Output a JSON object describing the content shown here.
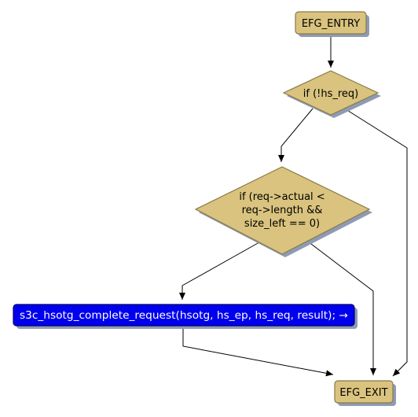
{
  "diagram": {
    "colors": {
      "node_fill": "#d9c37e",
      "node_stroke": "#8a7a48",
      "shadow": "#8e9bb5",
      "call_fill": "#0000ee",
      "call_stroke": "#000066",
      "call_text": "#ffffff",
      "edge": "#000000"
    },
    "nodes": {
      "entry": {
        "label": "EFG_ENTRY"
      },
      "cond1": {
        "label": "if (!hs_req)"
      },
      "cond2": {
        "lines": [
          "if (req->actual <",
          "req->length &&",
          "size_left == 0)"
        ]
      },
      "call": {
        "label": "s3c_hsotg_complete_request(hsotg, hs_ep, hs_req, result); →"
      },
      "exit": {
        "label": "EFG_EXIT"
      }
    }
  }
}
